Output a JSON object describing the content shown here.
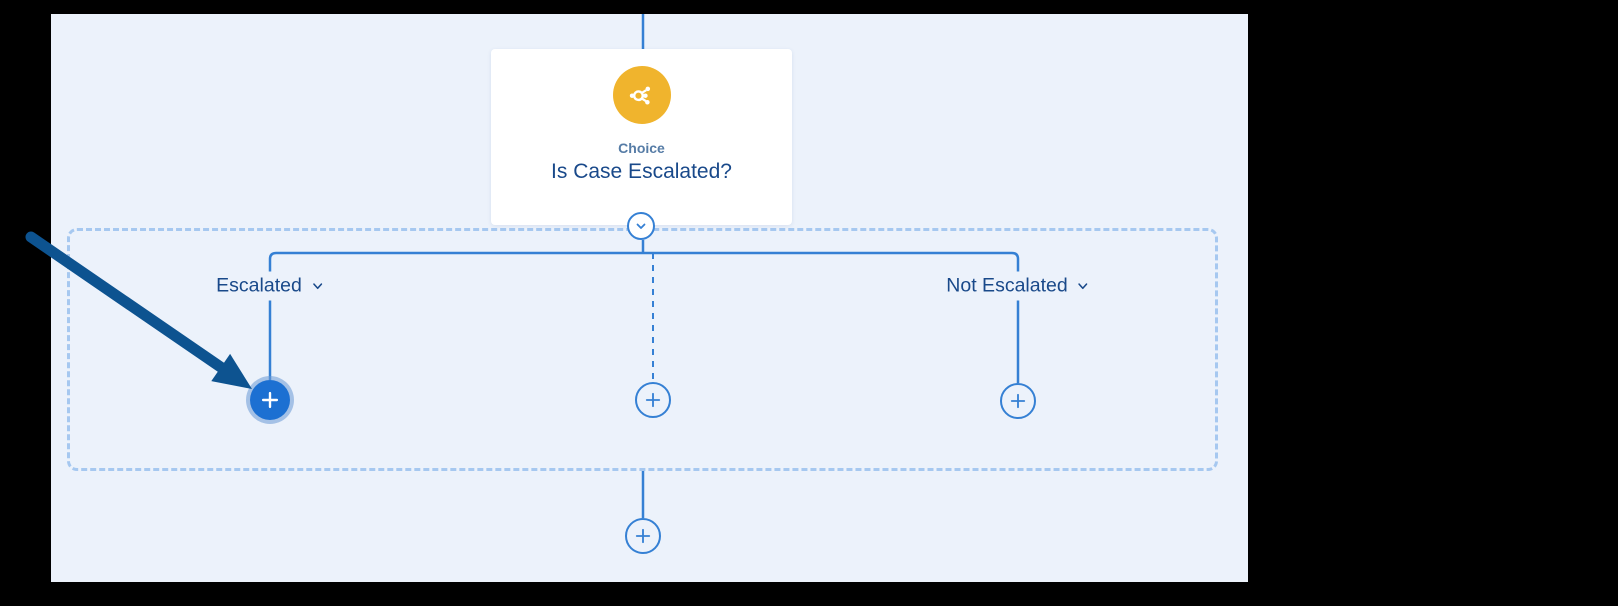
{
  "canvas": {
    "background_color": "#ECF2FB"
  },
  "node": {
    "type_label": "Choice",
    "title": "Is Case Escalated?",
    "icon": "branch-split-icon",
    "icon_color": "#F0B42D"
  },
  "branches": {
    "escalated": {
      "label": "Escalated",
      "add_button_state": "highlighted"
    },
    "default_branch": {
      "label": "",
      "add_button_state": "normal"
    },
    "not_escalated": {
      "label": "Not Escalated",
      "add_button_state": "normal"
    }
  },
  "colors": {
    "connector": "#3580D4",
    "container_border": "#A6C8F0",
    "text_primary": "#19498A",
    "text_secondary": "#567CA6",
    "node_icon_background": "#F0B42D",
    "add_button_fill": "#1C70D2",
    "annotation_arrow": "#0D5390"
  },
  "annotation": {
    "type": "arrow",
    "color": "#0D5390"
  }
}
